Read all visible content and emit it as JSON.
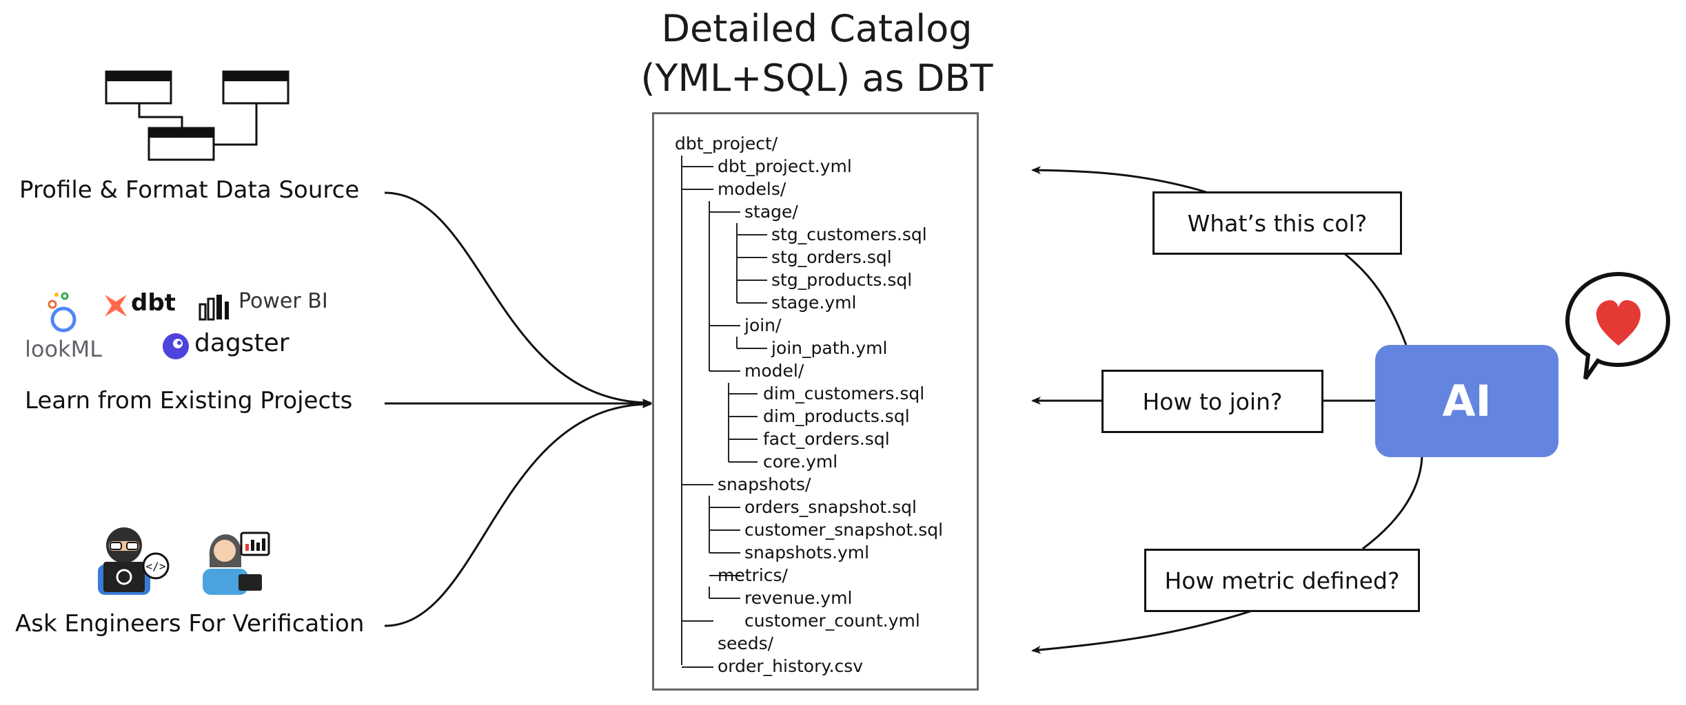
{
  "title": {
    "line1": "Detailed Catalog",
    "line2": "(YML+SQL) as DBT"
  },
  "left_sources": [
    {
      "label": "Profile & Format Data Source"
    },
    {
      "label": "Learn from Existing Projects"
    },
    {
      "label": "Ask Engineers For Verification"
    }
  ],
  "logos": {
    "lookml": "lookML",
    "dbt": "dbt",
    "powerbi": "Power BI",
    "dagster": "dagster"
  },
  "tree": [
    "dbt_project/",
    "dbt_project.yml",
    "models/",
    "stage/",
    "stg_customers.sql",
    "stg_orders.sql",
    "stg_products.sql",
    "stage.yml",
    "join/",
    "join_path.yml",
    "model/",
    "dim_customers.sql",
    "dim_products.sql",
    "fact_orders.sql",
    "core.yml",
    "snapshots/",
    "orders_snapshot.sql",
    "customer_snapshot.sql",
    "snapshots.yml",
    "metrics/",
    "revenue.yml",
    "customer_count.yml",
    "seeds/",
    "order_history.csv"
  ],
  "questions": {
    "q1": "What’s this col?",
    "q2": "How to join?",
    "q3": "How metric defined?"
  },
  "ai": {
    "label": "AI"
  },
  "colors": {
    "ai_box": "#6384df",
    "heart": "#e53935",
    "dbt_orange": "#ff694b"
  },
  "icons": [
    "table-schema-icon",
    "engineer-icon",
    "analyst-icon",
    "heart-speech-bubble-icon"
  ]
}
